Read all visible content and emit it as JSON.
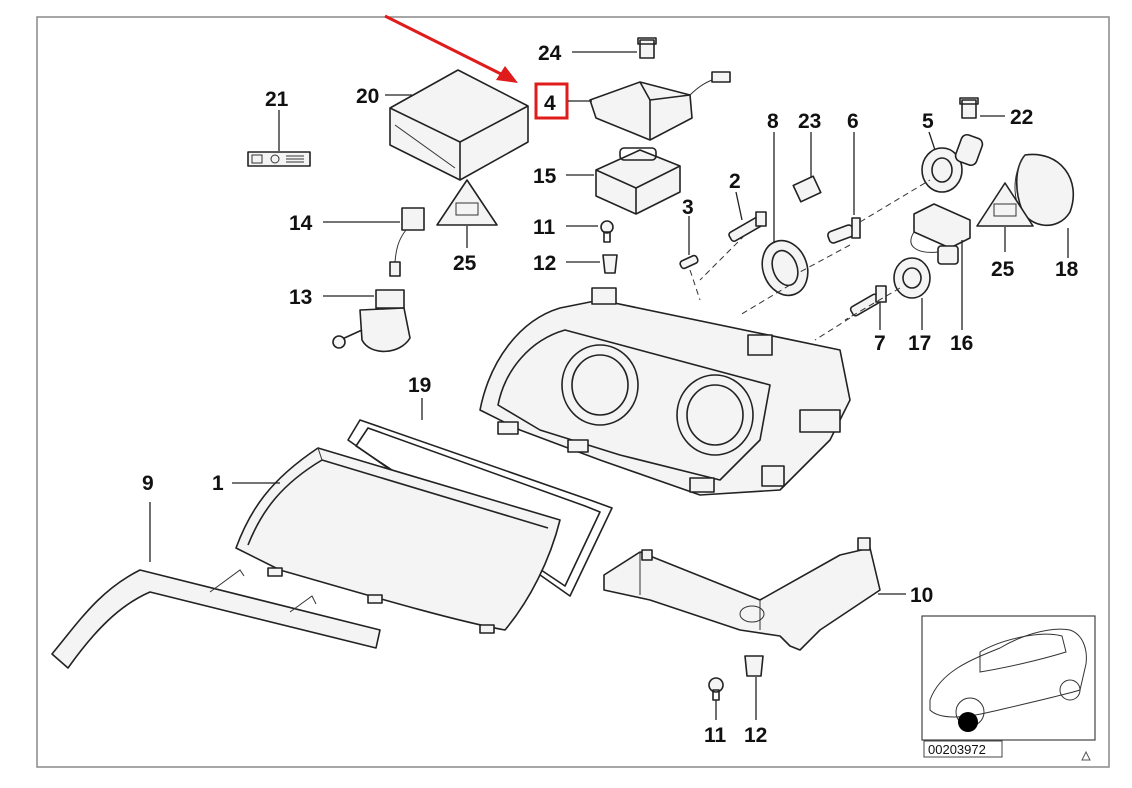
{
  "diagram": {
    "part_numbers": [
      "24",
      "20",
      "21",
      "4",
      "22",
      "8",
      "23",
      "6",
      "5",
      "15",
      "2",
      "3",
      "14",
      "11",
      "12",
      "25",
      "25",
      "18",
      "13",
      "7",
      "17",
      "16",
      "19",
      "9",
      "1",
      "10",
      "11",
      "12"
    ],
    "highlighted_label": "4",
    "drawing_code": "00203972",
    "colors": {
      "highlight": "#e01b1b",
      "arrow": "#e01b1b",
      "line": "#222222",
      "frame": "#888888"
    }
  }
}
